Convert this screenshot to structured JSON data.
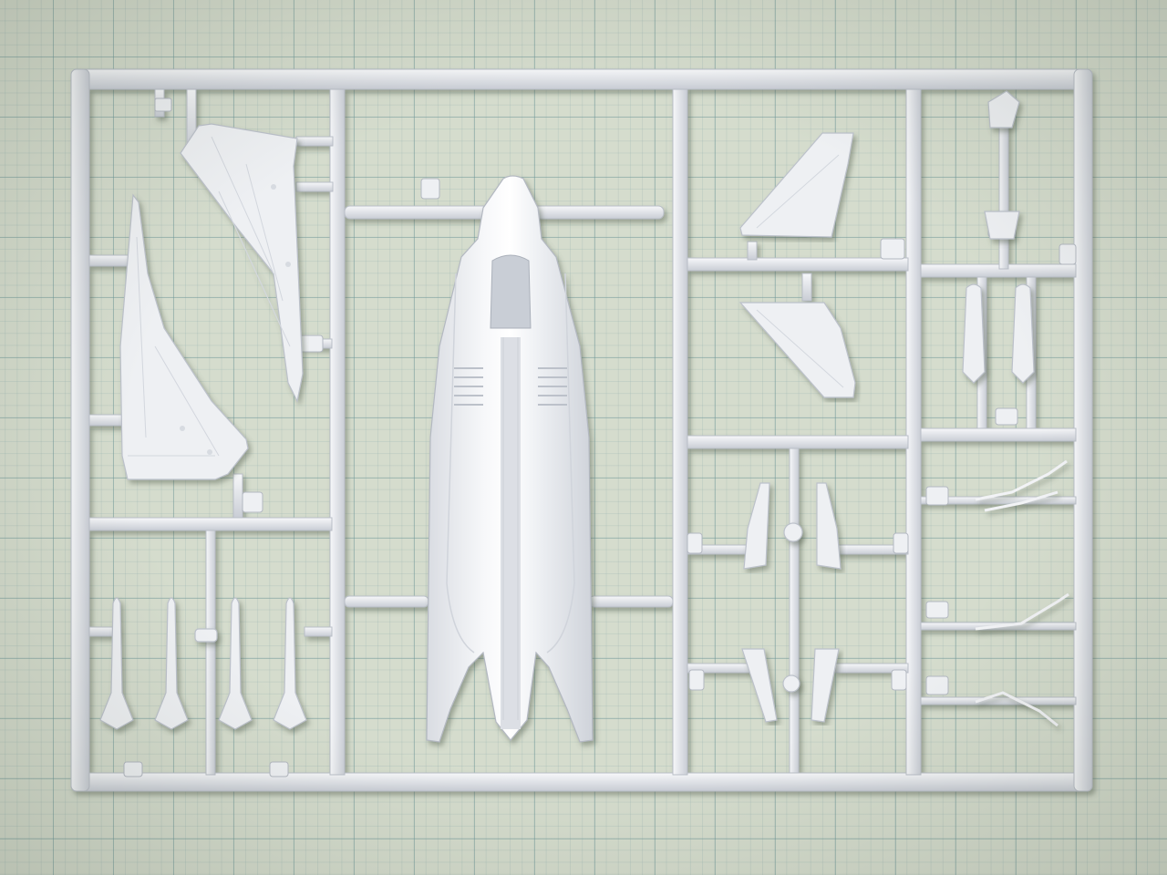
{
  "scene": {
    "subject": "plastic-model-sprue",
    "background": "graph-paper",
    "part_numbers_legible": false
  },
  "colors": {
    "paper": "#d5dccd",
    "grid": "#6e9696",
    "plastic": "#eceef2",
    "plastic_shade": "#c7cbd3",
    "plastic_light": "#f8f9fb"
  },
  "parts": [
    {
      "name": "sprue-frame"
    },
    {
      "name": "left-wing-upper"
    },
    {
      "name": "left-wing-lower"
    },
    {
      "name": "fuselage-half"
    },
    {
      "name": "horizontal-stabilizer-1"
    },
    {
      "name": "horizontal-stabilizer-2"
    },
    {
      "name": "missile-1"
    },
    {
      "name": "missile-2"
    },
    {
      "name": "missile-3"
    },
    {
      "name": "missile-4"
    },
    {
      "name": "drop-tank-pair"
    },
    {
      "name": "landing-gear-doors"
    },
    {
      "name": "intake-parts"
    },
    {
      "name": "small-detail-parts"
    }
  ]
}
